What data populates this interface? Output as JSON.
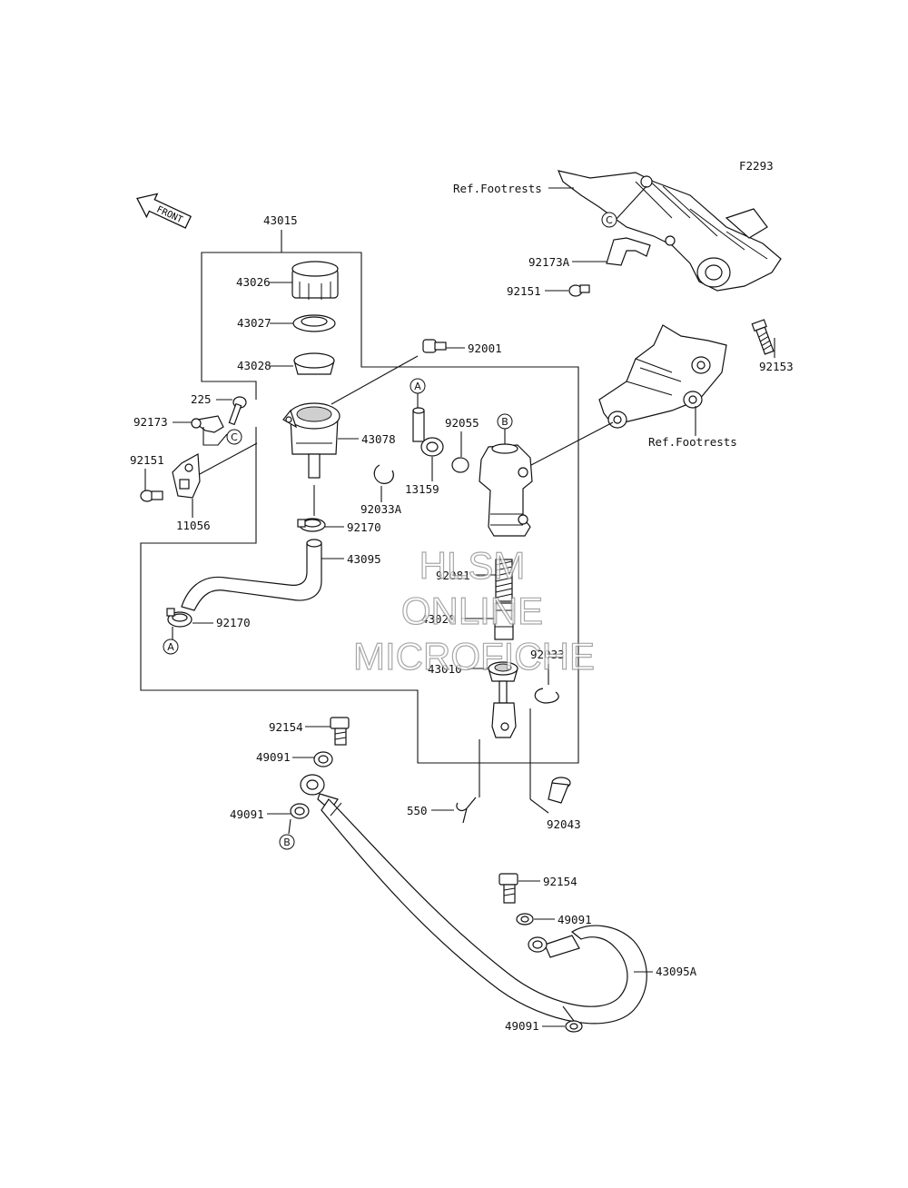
{
  "diagram_code": "F2293",
  "front_arrow_text": "FRONT",
  "parts": {
    "p43015": "43015",
    "p43026": "43026",
    "p43027": "43027",
    "p43028": "43028",
    "p225": "225",
    "p92173": "92173",
    "p92151a": "92151",
    "p11056": "11056",
    "p43078": "43078",
    "p92170a": "92170",
    "p43095": "43095",
    "p92170b": "92170",
    "p92001": "92001",
    "p92055": "92055",
    "p92033A": "92033A",
    "p13159": "13159",
    "p92081": "92081",
    "p43020": "43020",
    "p92033": "92033",
    "p43010": "43010",
    "p92154a": "92154",
    "p49091a": "49091",
    "p49091b": "49091",
    "p550": "550",
    "p92043": "92043",
    "p92154b": "92154",
    "p49091c": "49091",
    "p43095A": "43095A",
    "p49091d": "49091",
    "p92173A": "92173A",
    "p92151b": "92151",
    "p92153": "92153"
  },
  "references": {
    "footrests_top": "Ref.Footrests",
    "footrests_mid": "Ref.Footrests"
  },
  "callouts": {
    "A1": "A",
    "A2": "A",
    "B1": "B",
    "B2": "B",
    "C1": "C",
    "C2": "C"
  },
  "watermark": {
    "line1": "HLSM",
    "line2": "ONLINE",
    "line3": "MICROFICHE"
  }
}
